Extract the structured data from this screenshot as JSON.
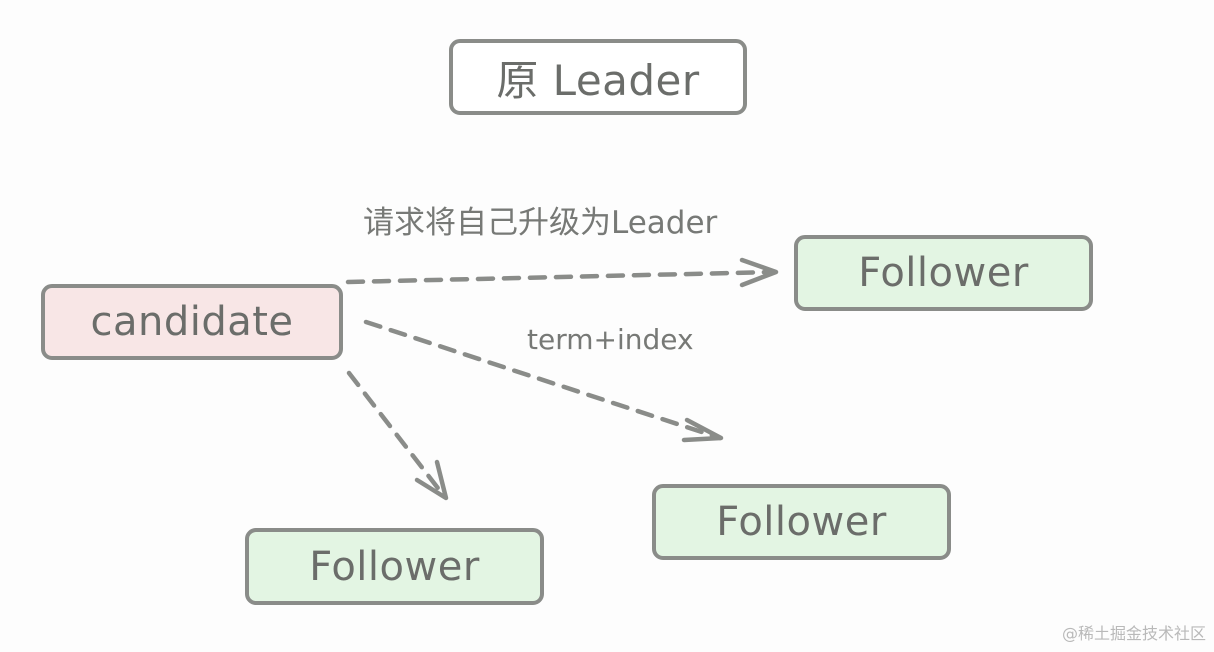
{
  "nodes": {
    "leader": "原 Leader",
    "candidate": "candidate",
    "follower_top_right": "Follower",
    "follower_middle_right": "Follower",
    "follower_bottom_left": "Follower"
  },
  "edges": [
    {
      "from": "candidate",
      "to": "follower_top_right",
      "label": "请求将自己升级为Leader"
    },
    {
      "from": "candidate",
      "to": "follower_middle_right",
      "label": "term+index"
    },
    {
      "from": "candidate",
      "to": "follower_bottom_left",
      "label": ""
    }
  ],
  "watermark": "@稀土掘金技术社区",
  "colors": {
    "border": "#8a8c89",
    "text": "#6b6d6a",
    "candidate_fill": "#f8e6e6",
    "follower_fill": "#e3f5e3",
    "leader_fill": "#ffffff",
    "arrow": "#8a8c89"
  }
}
